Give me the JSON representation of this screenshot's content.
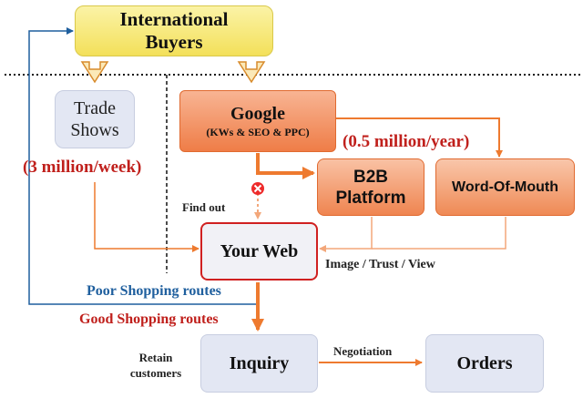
{
  "nodes": {
    "buyers": "International Buyers",
    "trade_shows": "Trade Shows",
    "google_title": "Google",
    "google_sub": "(KWs & SEO & PPC)",
    "b2b": "B2B Platform",
    "word_of_mouth": "Word-Of-Mouth",
    "your_web": "Your Web",
    "inquiry": "Inquiry",
    "orders": "Orders"
  },
  "labels": {
    "trade_rate": "(3 million/week)",
    "google_rate": "(0.5 million/year)",
    "find_out": "Find out",
    "image_trust_view": "Image / Trust / View",
    "poor_routes": "Poor Shopping routes",
    "good_routes": "Good Shopping routes",
    "retain": "Retain customers",
    "negotiation": "Negotiation"
  },
  "colors": {
    "orange": "#ee7a2f",
    "light_orange": "#f3a77a",
    "blue": "#1f5f9e",
    "red": "#c0201c"
  }
}
